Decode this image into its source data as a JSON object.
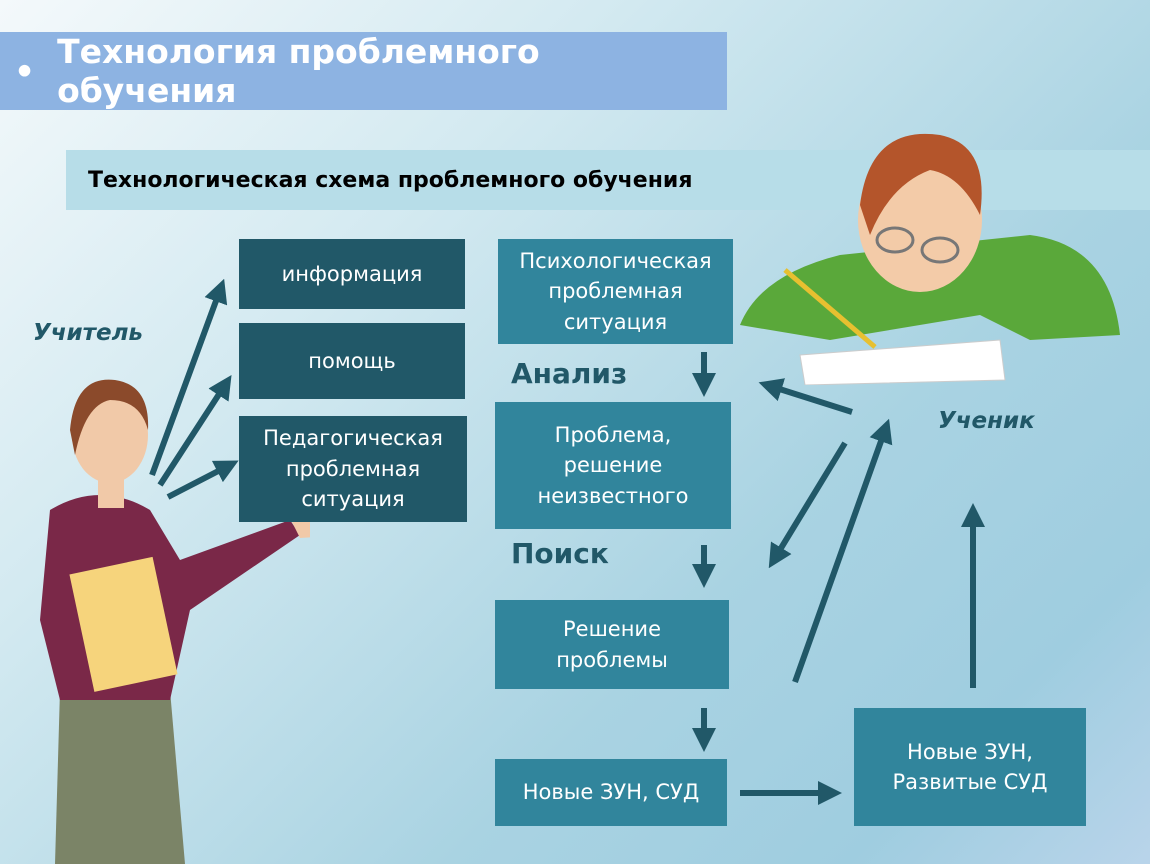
{
  "title": {
    "bullet": "•",
    "text": "Технология проблемного обучения"
  },
  "subtitle": "Технологическая схема проблемного обучения",
  "roles": {
    "teacher": "Учитель",
    "student": "Ученик"
  },
  "teacher_boxes": [
    "информация",
    "помощь",
    "Педагогическая проблемная ситуация"
  ],
  "flow_boxes": [
    "Психологическая проблемная ситуация",
    "Проблема, решение неизвестного",
    "Решение проблемы",
    "Новые ЗУН, СУД"
  ],
  "stage_labels": [
    "Анализ",
    "Поиск"
  ],
  "result_box": "Новые ЗУН, Развитые СУД",
  "colors": {
    "title_bar": "#8db3e2",
    "subtitle_bar": "#b7dde8",
    "dark_box": "#215868",
    "mid_box": "#31859c",
    "arrow": "#215868"
  }
}
